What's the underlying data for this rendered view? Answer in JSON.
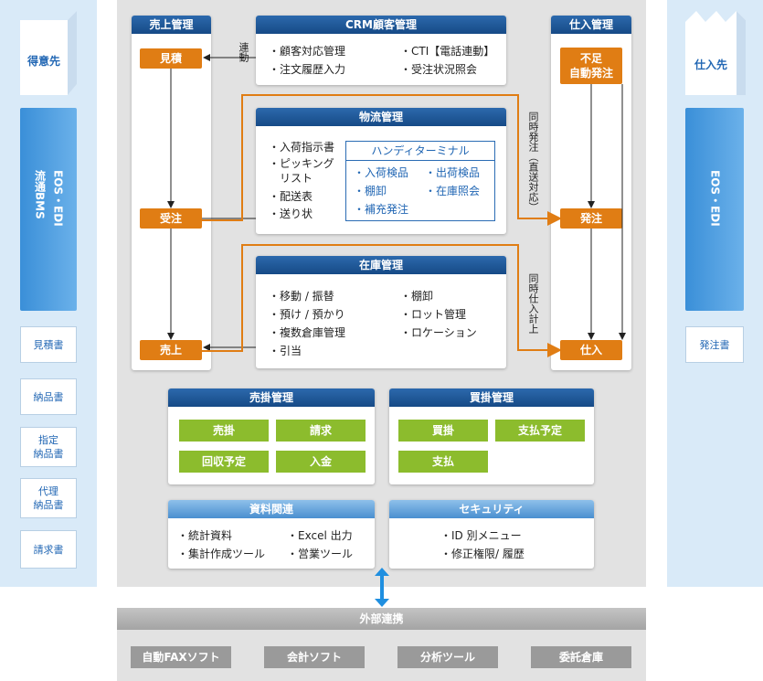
{
  "customer": {
    "label": "得意先",
    "channel_line1": "流通BMS",
    "channel_line2": "EOS・EDI",
    "docs": [
      "見積書",
      "納品書",
      "指定\n納品書",
      "代理\n納品書",
      "請求書"
    ]
  },
  "supplier": {
    "label": "仕入先",
    "channel": "EOS・EDI",
    "docs": [
      "発注書"
    ]
  },
  "sales": {
    "title": "売上管理",
    "steps": [
      "見積",
      "受注",
      "売上"
    ]
  },
  "purchase": {
    "title": "仕入管理",
    "steps": [
      "不足\n自動発注",
      "発注",
      "仕入"
    ]
  },
  "crm": {
    "title": "CRM顧客管理",
    "items_left": [
      "・顧客対応管理",
      "・注文履歴入力"
    ],
    "items_right": [
      "・CTI【電話連動】",
      "・受注状況照会"
    ],
    "link_label": "連動"
  },
  "logistics": {
    "title": "物流管理",
    "items": [
      "・入荷指示書",
      "・ピッキング\n　リスト",
      "・配送表",
      "・送り状"
    ],
    "handy": {
      "title": "ハンディターミナル",
      "items_left": [
        "・入荷検品",
        "・棚卸",
        "・補充発注"
      ],
      "items_right": [
        "・出荷検品",
        "・在庫照会"
      ]
    },
    "flow_label": "同時発注（直送対応）"
  },
  "inventory": {
    "title": "在庫管理",
    "items_left": [
      "・移動 / 振替",
      "・預け / 預かり",
      "・複数倉庫管理",
      "・引当"
    ],
    "items_right": [
      "・棚卸",
      "・ロット管理",
      "・ロケーション"
    ],
    "flow_label": "同時仕入計上"
  },
  "receivable": {
    "title": "売掛管理",
    "buttons": [
      "売掛",
      "請求",
      "回収予定",
      "入金"
    ]
  },
  "payable": {
    "title": "買掛管理",
    "buttons": [
      "買掛",
      "支払予定",
      "支払"
    ]
  },
  "reports": {
    "title": "資料関連",
    "items_left": [
      "・統計資料",
      "・集計作成ツール"
    ],
    "items_right": [
      "・Excel 出力",
      "・営業ツール"
    ]
  },
  "security": {
    "title": "セキュリティ",
    "items": [
      "・ID 別メニュー",
      "・修正権限/ 履歴"
    ]
  },
  "external": {
    "title": "外部連携",
    "tools": [
      "自動FAXソフト",
      "会計ソフト",
      "分析ツール",
      "委託倉庫"
    ]
  },
  "colors": {
    "navy": "#1b4f8e",
    "orange": "#e07d14",
    "green": "#8cbc2d",
    "light_blue": "#d9eaf8",
    "arrow_blue": "#1f8fe0"
  }
}
